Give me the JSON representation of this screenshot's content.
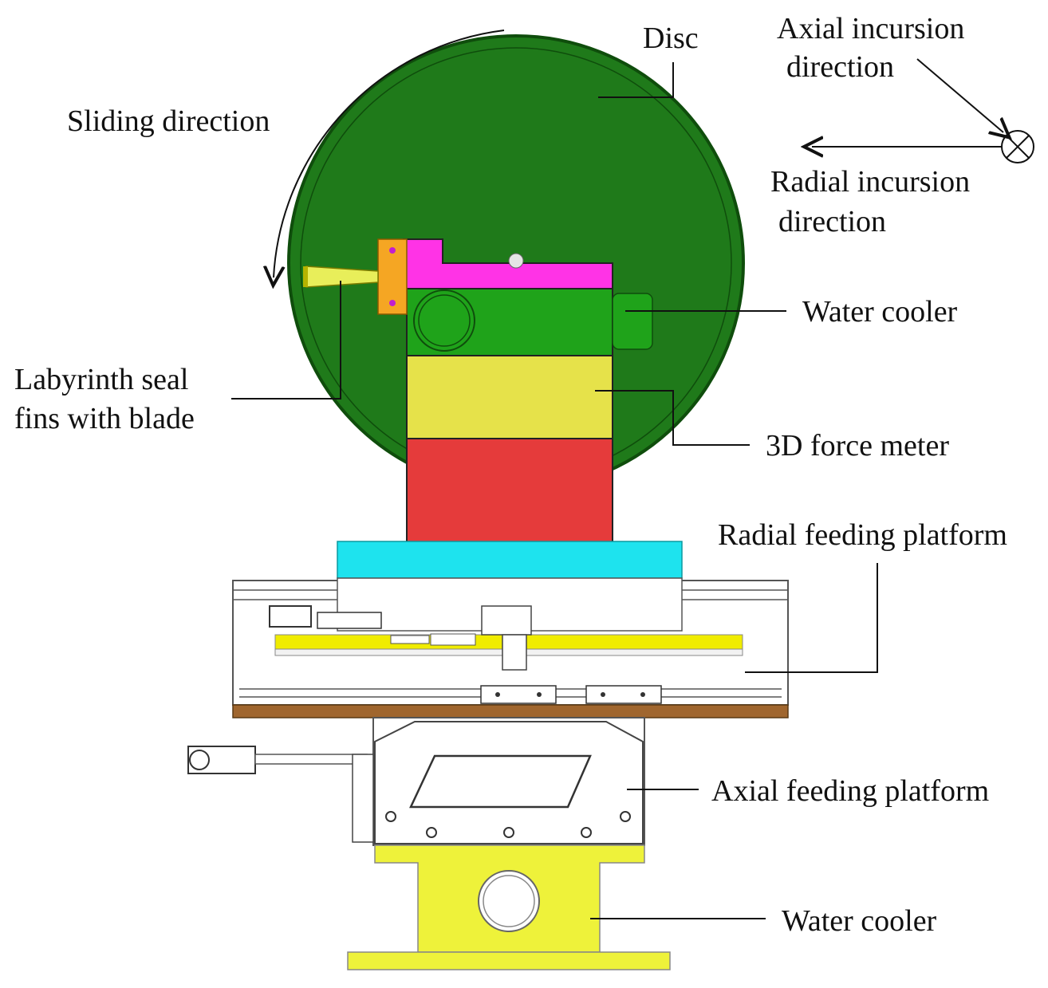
{
  "labels": {
    "disc": "Disc",
    "axial_direction": [
      "Axial incursion",
      "direction"
    ],
    "sliding_direction": "Sliding direction",
    "radial_direction": [
      "Radial incursion",
      "direction"
    ],
    "water_cooler_top": "Water cooler",
    "labyrinth": [
      "Labyrinth seal",
      "fins with blade"
    ],
    "force_meter": "3D force meter",
    "radial_platform": "Radial feeding platform",
    "axial_platform": "Axial feeding platform",
    "water_cooler_bottom": "Water cooler"
  },
  "colors": {
    "disc": "#1f7a1a",
    "disc_edge": "#0f4d0c",
    "holder": "#ff33e6",
    "seal_bracket": "#f5a623",
    "blade": "#e8ee5a",
    "cooler_block": "#1fa31a",
    "force_meter": "#e6e24a",
    "pedestal": "#e53b3b",
    "cyan_plate": "#1ee3ee",
    "rail": "#f0ec00",
    "base_plate": "#a0662e",
    "bottom_cooler": "#eef23a"
  }
}
